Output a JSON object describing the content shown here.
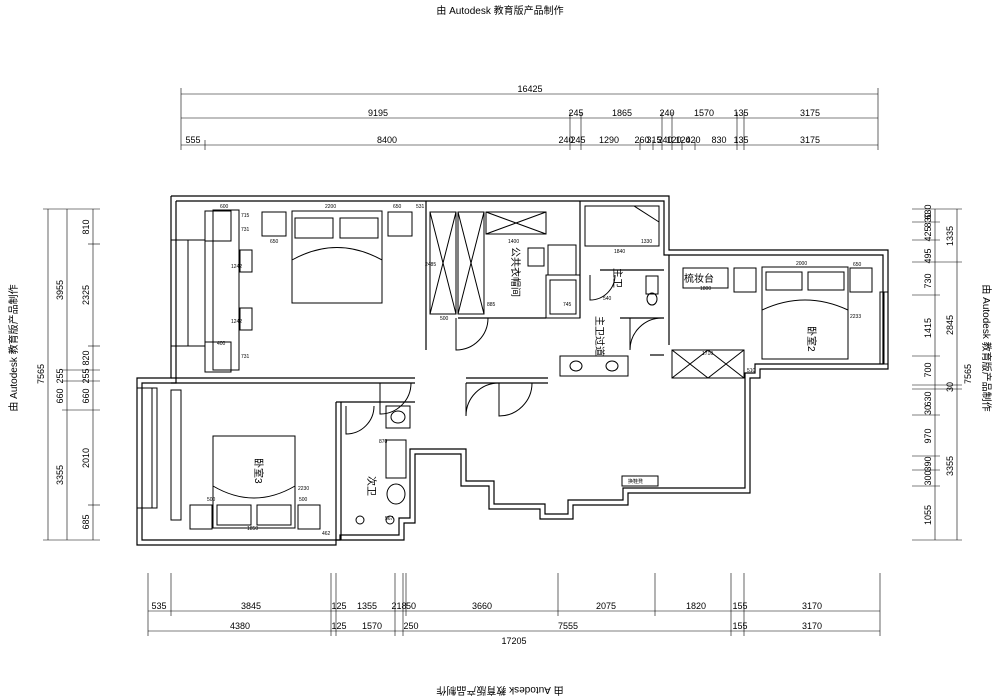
{
  "watermark": "由 Autodesk 教育版产品制作",
  "top_dims": {
    "overall": "16425",
    "row1": [
      "9195",
      "245",
      "1865",
      "240",
      "1570",
      "135",
      "3175"
    ],
    "row2": [
      "555",
      "8400",
      "240",
      "245",
      "1290",
      "260",
      "315",
      "240",
      "120",
      "120",
      "420",
      "830",
      "135",
      "3175"
    ]
  },
  "bottom_dims": {
    "row1": [
      "535",
      "3845",
      "125",
      "1355",
      "218",
      "50",
      "3660",
      "2075",
      "1820",
      "155",
      "3170"
    ],
    "row2": [
      "4380",
      "125",
      "1570",
      "250",
      "7555",
      "155",
      "3170"
    ],
    "overall": "17205"
  },
  "left_dims": {
    "overall": "7565",
    "row1": [
      "3955",
      "255",
      "660",
      "3355"
    ],
    "row2": [
      "810",
      "2325",
      "820",
      "255",
      "660",
      "2010",
      "685"
    ]
  },
  "right_dims": {
    "overall": "7565",
    "row1": [
      "1335",
      "2845",
      "30",
      "3355"
    ],
    "row2": [
      "630",
      "830",
      "425",
      "495",
      "730",
      "1415",
      "700",
      "630",
      "30",
      "970",
      "390",
      "300",
      "1055"
    ]
  },
  "rooms": {
    "walkin": "公共衣帽间",
    "master_bath": "主卫",
    "master_hall": "主卫过道",
    "vanity": "梳妆台",
    "bedroom2": "卧室2",
    "bedroom3": "卧室3",
    "second_bath": "次卫",
    "label_small": "换鞋凳"
  },
  "furniture_dims": [
    "600",
    "715",
    "731",
    "650",
    "2200",
    "650",
    "531",
    "1242",
    "1242",
    "400",
    "731",
    "1400",
    "2485",
    "885",
    "1840",
    "1330",
    "500",
    "745",
    "540",
    "2000",
    "650",
    "1800",
    "2233",
    "1710",
    "510",
    "500",
    "2230",
    "1850",
    "462",
    "500",
    "870",
    "567"
  ]
}
